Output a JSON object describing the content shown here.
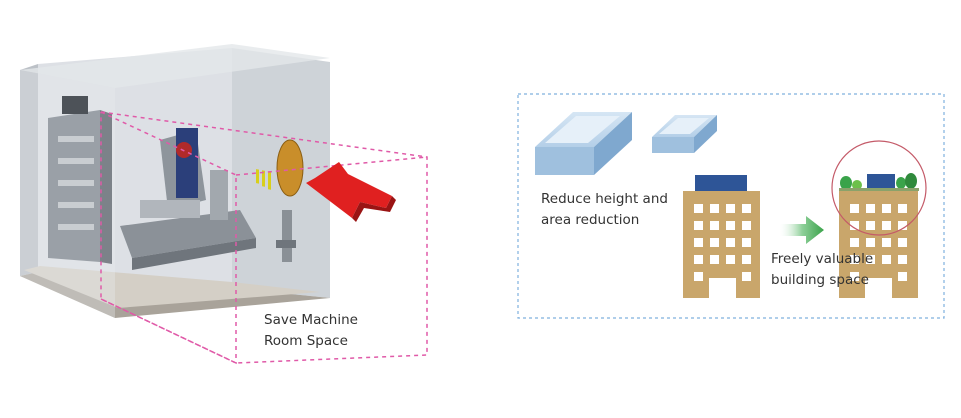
{
  "left_panel": {
    "caption_lines": [
      "Save Machine",
      "Room Space"
    ]
  },
  "right_panel": {
    "height_caption_lines": [
      "Reduce height and",
      "area reduction"
    ],
    "space_caption_lines": [
      "Freely valuable",
      "building space"
    ]
  },
  "colors": {
    "dashed_box": "#e05aa8",
    "dashed_frame": "#7fb0de",
    "arrow_red": "#e02020",
    "building": "#c9a66b",
    "building_window": "#ffffff",
    "roof_panel": "#2e5597",
    "duct_blue": "#9ec0df",
    "green_arrow": "#3aa34a",
    "highlight_circle": "#c45a68",
    "machine_room_wall": "#cfd3d8"
  }
}
